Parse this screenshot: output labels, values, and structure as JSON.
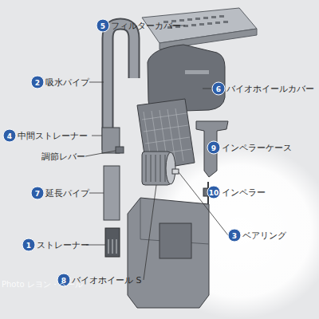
{
  "diagram": {
    "labels": [
      "5",
      "フィルターカバー",
      "2",
      "吸水パイプ",
      "6",
      "バイオホイールカバー",
      "4",
      "中間ストレーナー",
      "調節レバー",
      "9",
      "インペラーケース",
      "7",
      "延長パイプ",
      "10",
      "インペラー",
      "3",
      "ベアリング",
      "1",
      "ストレーナー",
      "8",
      "バイオホイール S",
      "Photo レヨン・ベール"
    ]
  }
}
